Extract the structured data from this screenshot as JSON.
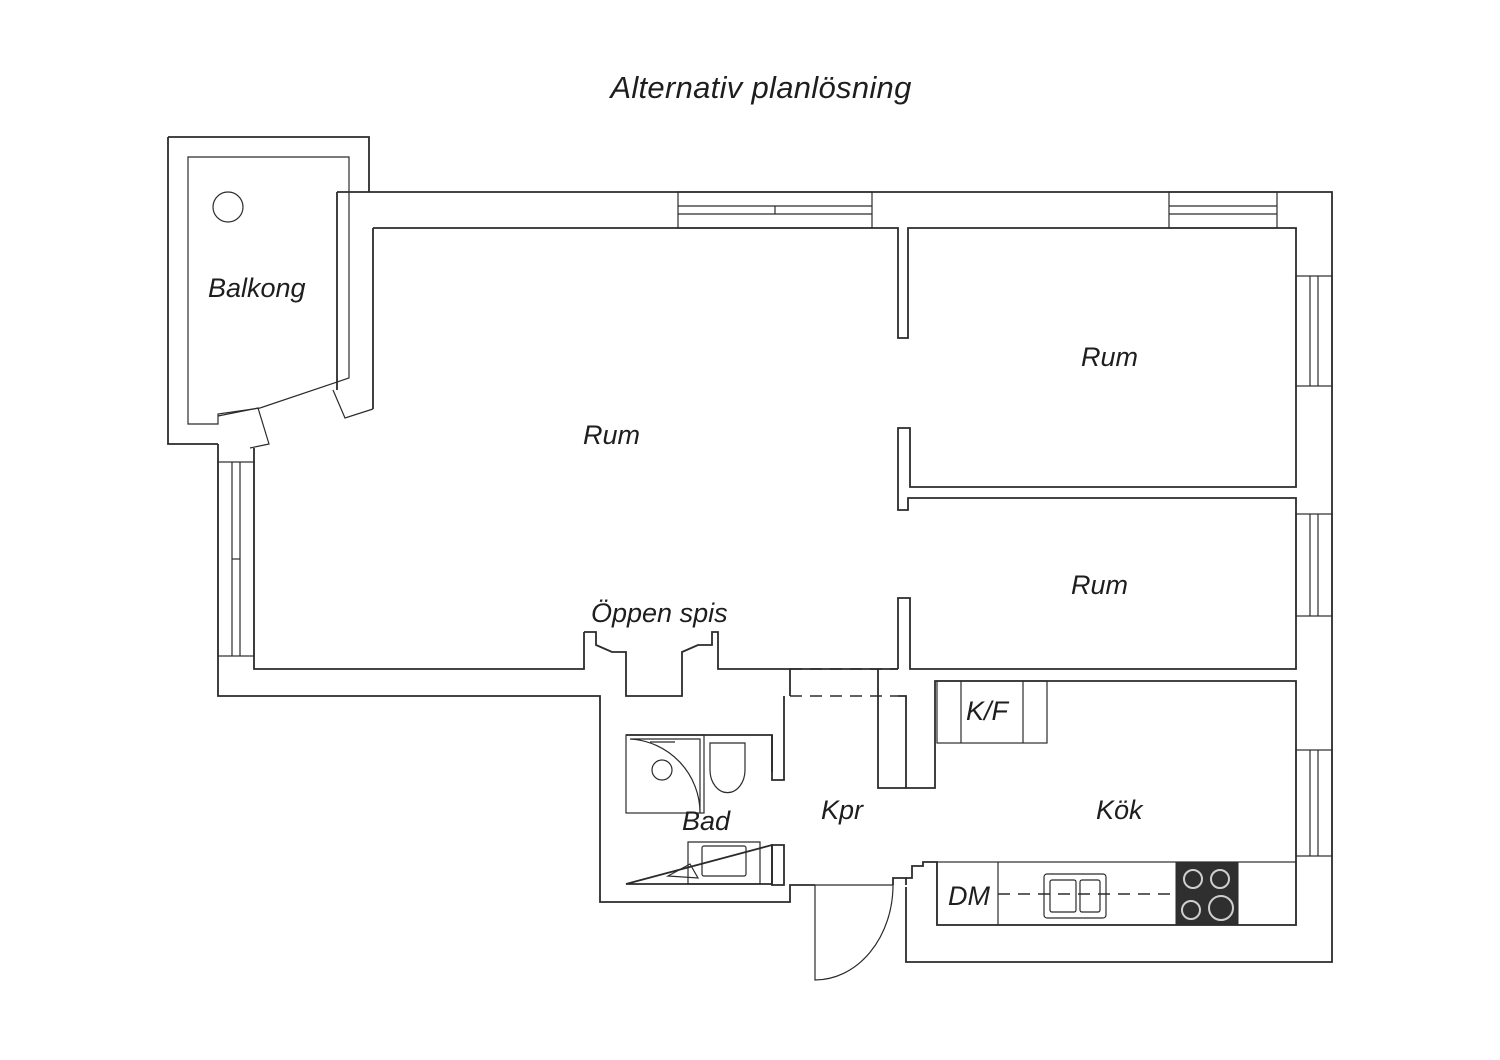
{
  "title": "Alternativ planlösning",
  "rooms": {
    "balkong": "Balkong",
    "living": "Rum",
    "room_upper": "Rum",
    "room_lower": "Rum",
    "fireplace": "Öppen spis",
    "fridge": "K/F",
    "bath": "Bad",
    "hall": "Kpr",
    "kitchen": "Kök",
    "dishwasher": "DM"
  }
}
